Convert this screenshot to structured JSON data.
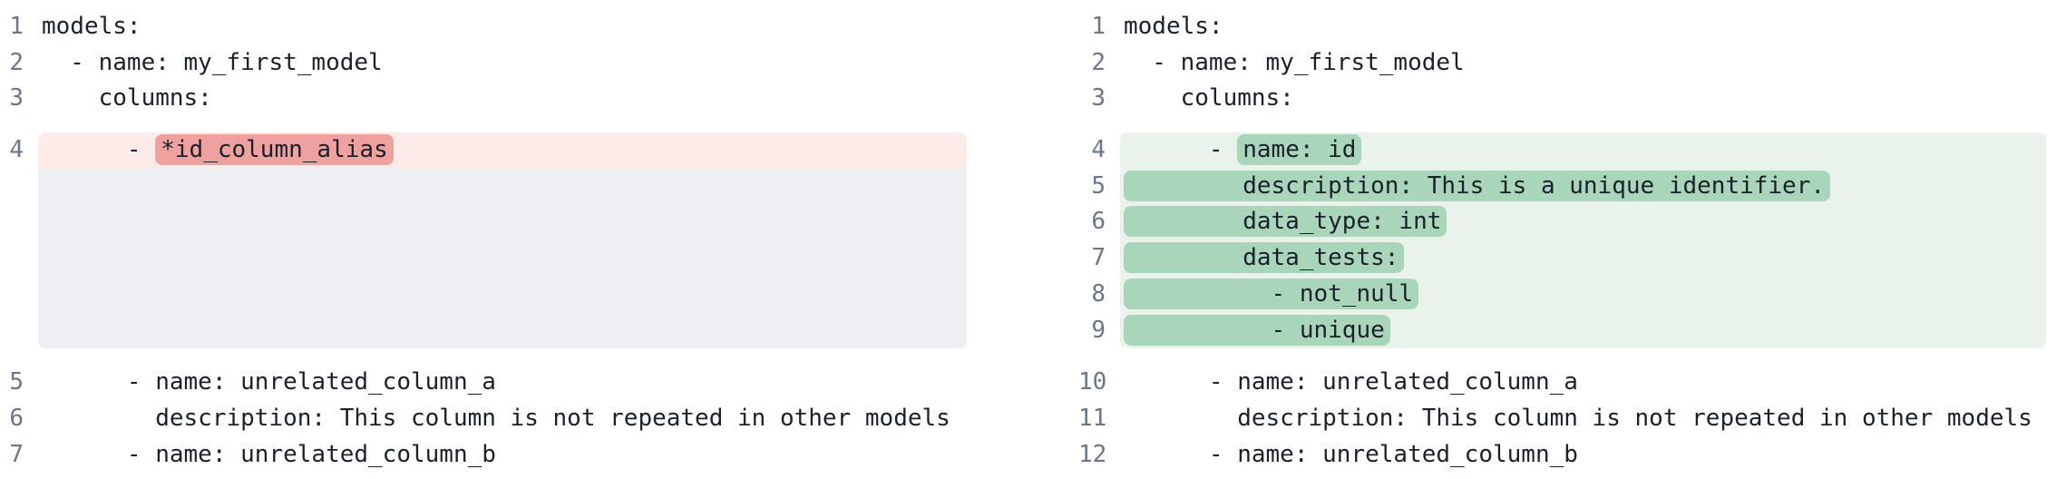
{
  "colors": {
    "page_bg": "#ffffff",
    "code_text": "#1b212c",
    "line_number": "#6b7689",
    "removed_line_bg": "#fcebe9",
    "removed_word_bg": "#eea19e",
    "added_line_bg": "#e9f3ec",
    "added_word_bg": "#a9d6ba",
    "filler_bg": "#edeff2"
  },
  "diff": {
    "left": {
      "context_top": [
        {
          "num": "1",
          "code": "models:"
        },
        {
          "num": "2",
          "code": "  - name: my_first_model"
        },
        {
          "num": "3",
          "code": "    columns:"
        }
      ],
      "removed_line": {
        "num": "4",
        "pre": "      - ",
        "mark": "*id_column_alias"
      },
      "context_bottom": [
        {
          "num": "5",
          "code": "      - name: unrelated_column_a"
        },
        {
          "num": "6",
          "code": "        description: This column is not repeated in other models"
        },
        {
          "num": "7",
          "code": "      - name: unrelated_column_b"
        }
      ]
    },
    "right": {
      "context_top": [
        {
          "num": "1",
          "code": "models:"
        },
        {
          "num": "2",
          "code": "  - name: my_first_model"
        },
        {
          "num": "3",
          "code": "    columns:"
        }
      ],
      "added_first_line": {
        "num": "4",
        "pre": "      - ",
        "mark": "name: id"
      },
      "added_lines": [
        {
          "num": "5",
          "mark": "        description: This is a unique identifier."
        },
        {
          "num": "6",
          "mark": "        data_type: int"
        },
        {
          "num": "7",
          "mark": "        data_tests:"
        },
        {
          "num": "8",
          "mark": "          - not_null"
        },
        {
          "num": "9",
          "mark": "          - unique"
        }
      ],
      "context_bottom": [
        {
          "num": "10",
          "code": "      - name: unrelated_column_a"
        },
        {
          "num": "11",
          "code": "        description: This column is not repeated in other models"
        },
        {
          "num": "12",
          "code": "      - name: unrelated_column_b"
        }
      ]
    }
  }
}
